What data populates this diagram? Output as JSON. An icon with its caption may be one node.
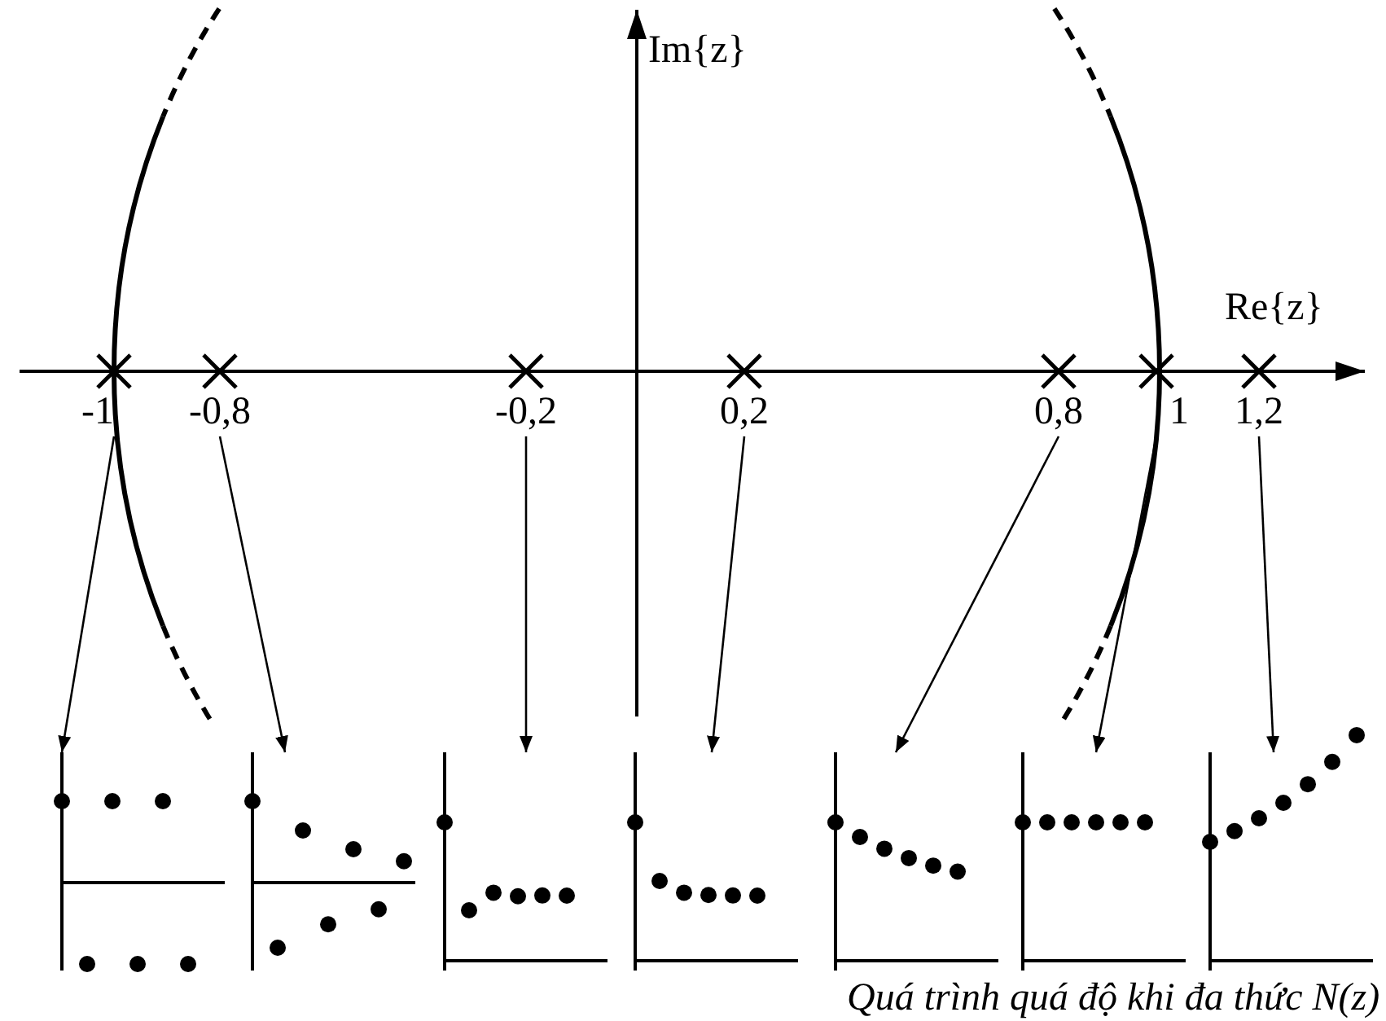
{
  "diagram": {
    "caption": "Quá trình quá độ khi đa thức N(z)",
    "nodes": [
      {
        "text": [
          "-1"
        ]
      },
      {
        "text": [
          "-0,8"
        ]
      },
      {
        "text": [
          "-0,2"
        ]
      },
      {
        "text": [
          "0,2"
        ]
      },
      {
        "text": [
          "0,8"
        ]
      },
      {
        "text": [
          "1"
        ]
      },
      {
        "text": [
          "1,2"
        ]
      },
      {
        "text": [],
        "shape": "picture"
      },
      {
        "text": [],
        "shape": "picture"
      },
      {
        "text": [],
        "shape": "picture"
      },
      {
        "text": [],
        "shape": "picture"
      },
      {
        "text": [],
        "shape": "picture"
      },
      {
        "text": [],
        "shape": "picture"
      },
      {
        "text": [],
        "shape": "picture"
      }
    ],
    "edges": [
      {
        "from": 0,
        "to": 7,
        "arrow": "to"
      },
      {
        "from": 1,
        "to": 8,
        "arrow": "to"
      },
      {
        "from": 2,
        "to": 9,
        "arrow": "to"
      },
      {
        "from": 3,
        "to": 10,
        "arrow": "to"
      },
      {
        "from": 4,
        "to": 11,
        "arrow": "to"
      },
      {
        "from": 5,
        "to": 12,
        "arrow": "to"
      },
      {
        "from": 6,
        "to": 13,
        "arrow": "to"
      }
    ],
    "labels": [
      "Im{z}",
      "Re{z}"
    ]
  }
}
